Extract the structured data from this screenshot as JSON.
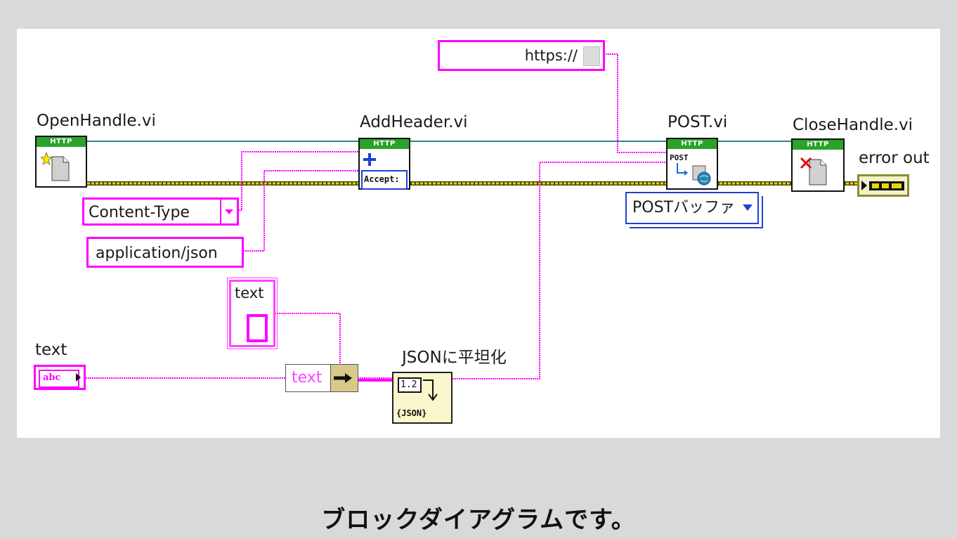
{
  "nodes": {
    "open_handle": {
      "label": "OpenHandle.vi",
      "band": "HTTP"
    },
    "add_header": {
      "label": "AddHeader.vi",
      "band": "HTTP",
      "field": "Accept:"
    },
    "post": {
      "label": "POST.vi",
      "band": "HTTP",
      "icon_text": "POST"
    },
    "close_handle": {
      "label": "CloseHandle.vi",
      "band": "HTTP"
    },
    "json_flatten": {
      "label": "JSONに平坦化",
      "top": "1.2",
      "bottom": "{JSON}"
    }
  },
  "constants": {
    "url": "https://",
    "content_type": "Content-Type",
    "app_json": "application/json",
    "post_buffer": "POSTバッファ",
    "text_element": "text"
  },
  "terminals": {
    "text_label": "text",
    "text_control": "abc",
    "text_cluster_label": "text",
    "error_out": "error out"
  },
  "caption": "ブロックダイアグラムです。",
  "colors": {
    "string_wire": "#ff00ff",
    "refnum_wire": "#267f7f",
    "error_wire": "#d8c800",
    "http_band": "#29a329",
    "enum_border": "#1f3fd6"
  },
  "icons": [
    "new-file-icon",
    "add-plus-icon",
    "post-globe-icon",
    "close-x-icon",
    "bundle-icon",
    "error-cluster-icon"
  ]
}
